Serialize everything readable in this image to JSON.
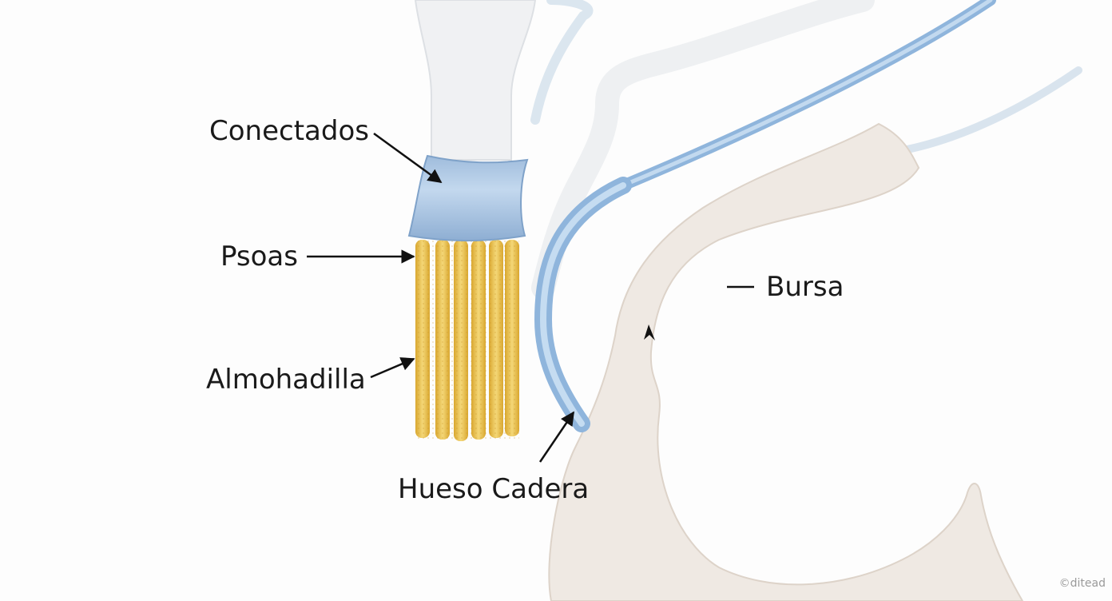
{
  "labels": {
    "conectados": "Conectados",
    "psoas": "Psoas",
    "almohadilla": "Almohadilla",
    "hueso_cadera": "Hueso Cadera",
    "bursa": "Bursa"
  },
  "watermark": "©ditead",
  "colors": {
    "background": "#fdfdfd",
    "bone": "#ece7e1",
    "bone_pale": "#f1f2f4",
    "cartilage": "#b3cfe6",
    "tube": "#a6c7e6",
    "fibers": "#e8c154",
    "arrow": "#111111"
  },
  "icons": [
    "watermark-logo"
  ]
}
